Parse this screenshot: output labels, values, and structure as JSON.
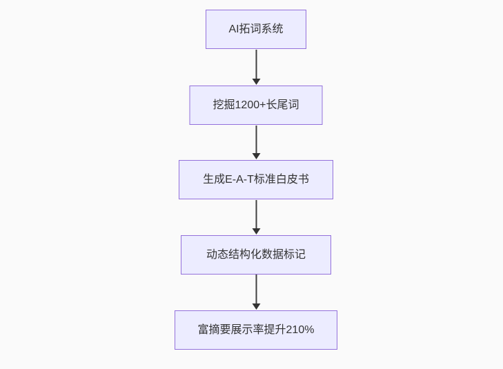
{
  "diagram": {
    "type": "flowchart",
    "direction": "top-down",
    "nodes": [
      {
        "id": "node-1",
        "label": "AI拓词系统"
      },
      {
        "id": "node-2",
        "label": "挖掘1200+长尾词"
      },
      {
        "id": "node-3",
        "label": "生成E-A-T标准白皮书"
      },
      {
        "id": "node-4",
        "label": "动态结构化数据标记"
      },
      {
        "id": "node-5",
        "label": "富摘要展示率提升210%"
      }
    ],
    "edges": [
      {
        "from": "node-1",
        "to": "node-2",
        "arrow": "down"
      },
      {
        "from": "node-2",
        "to": "node-3",
        "arrow": "down"
      },
      {
        "from": "node-3",
        "to": "node-4",
        "arrow": "down"
      },
      {
        "from": "node-4",
        "to": "node-5",
        "arrow": "down"
      }
    ],
    "colors": {
      "background": "#fafafa",
      "node_fill": "#ECECFF",
      "node_border": "#9370DB",
      "edge_line": "#404040",
      "text": "#333333"
    }
  }
}
